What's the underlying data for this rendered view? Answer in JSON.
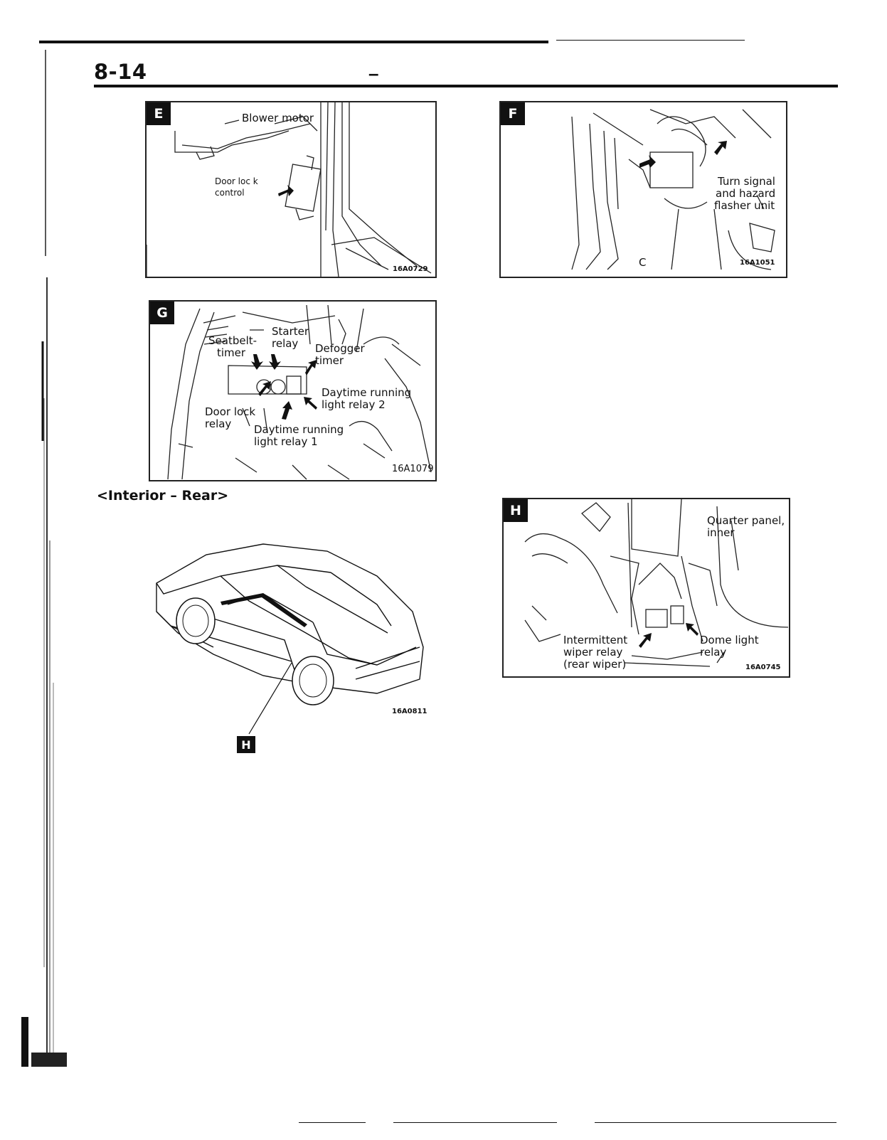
{
  "header": {
    "page_number": "8-14",
    "title_dash": "–"
  },
  "figures": {
    "E": {
      "tag": "E",
      "labels": {
        "blower_motor": "Blower motor",
        "door_lock_control_1": "Door loc   k",
        "door_lock_control_2": "control"
      },
      "code": "16A0729"
    },
    "F": {
      "tag": "F",
      "labels": {
        "turn_signal_1": "Turn signal",
        "turn_signal_2": "and hazard",
        "turn_signal_3": "flasher unit",
        "c_mark": "C"
      },
      "code": "16A1051"
    },
    "G": {
      "tag": "G",
      "labels": {
        "starter_1": "Starter",
        "starter_2": "relay",
        "seatbelt_1": "Seatbelt-",
        "seatbelt_2": "timer",
        "defogger_1": "Defogger",
        "defogger_2": "timer",
        "drl2_1": "Daytime running",
        "drl2_2": "light relay 2",
        "door_lock_1": "Door lock",
        "door_lock_2": "relay",
        "drl1_1": "Daytime running",
        "drl1_2": "light relay 1"
      },
      "code": "16A1079"
    },
    "H": {
      "tag": "H",
      "labels": {
        "quarter_1": "Quarter panel,",
        "quarter_2": "inner",
        "wiper_1": "Intermittent",
        "wiper_2": "wiper relay",
        "wiper_3": "(rear wiper)",
        "dome_1": "Dome light",
        "dome_2": "relay"
      },
      "code": "16A0745"
    }
  },
  "section": {
    "heading": "<Interior – Rear>"
  },
  "car_figure": {
    "code": "16A0811",
    "marker": "H"
  }
}
